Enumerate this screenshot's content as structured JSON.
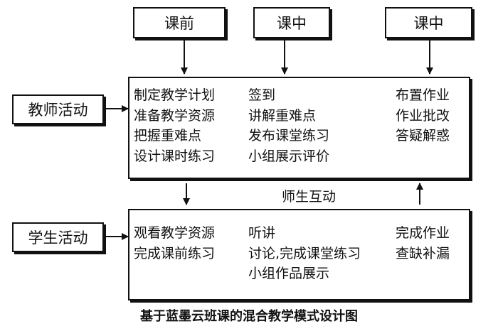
{
  "phases": [
    "课前",
    "课中",
    "课中"
  ],
  "teacher": {
    "label": "教师活动",
    "columns": [
      [
        "制定教学计划",
        "准备教学资源",
        "把握重难点",
        "设计课时练习"
      ],
      [
        "签到",
        "讲解重难点",
        "发布课堂练习",
        "小组展示评价"
      ],
      [
        "布置作业",
        "作业批改",
        "答疑解惑"
      ]
    ]
  },
  "interaction_label": "师生互动",
  "student": {
    "label": "学生活动",
    "columns": [
      [
        "观看教学资源",
        "完成课前练习"
      ],
      [
        "听讲",
        "讨论,完成课堂练习",
        "小组作品展示"
      ],
      [
        "完成作业",
        "查缺补漏"
      ]
    ]
  },
  "caption": "基于蓝墨云班课的混合教学模式设计图"
}
